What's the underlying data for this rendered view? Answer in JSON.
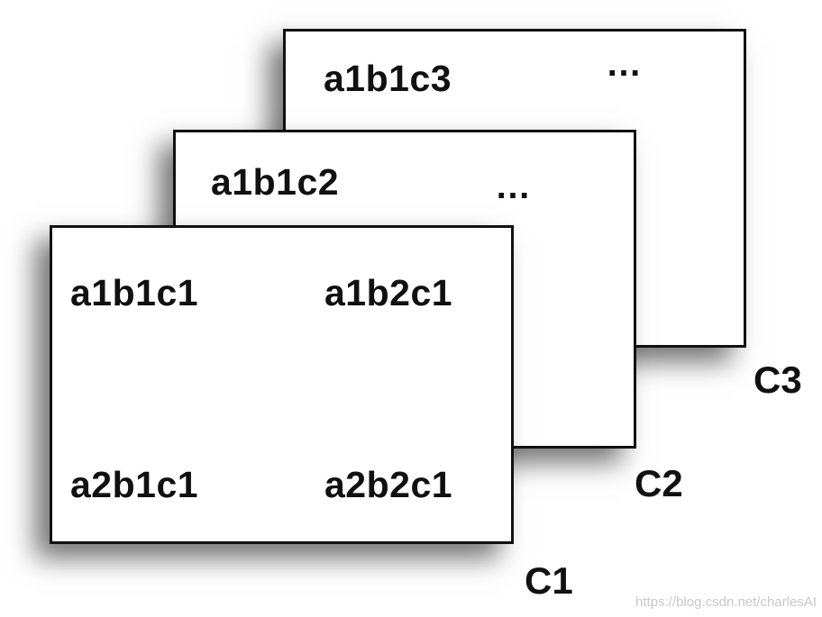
{
  "diagram": {
    "sheets": [
      {
        "label": "C3",
        "cells": [
          "a1b1c3"
        ],
        "ellipsis": "…"
      },
      {
        "label": "C2",
        "cells": [
          "a1b1c2"
        ],
        "ellipsis": "…"
      },
      {
        "label": "C1",
        "cells": [
          "a1b1c1",
          "a1b2c1",
          "a2b1c1",
          "a2b2c1"
        ]
      }
    ],
    "watermark": "https://blog.csdn.net/charlesAI"
  }
}
